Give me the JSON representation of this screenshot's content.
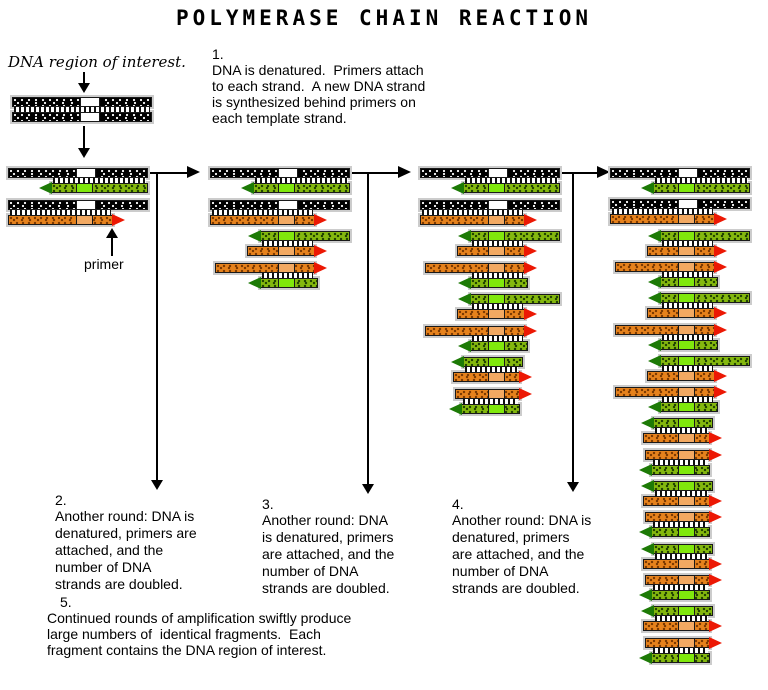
{
  "title": "POLYMERASE CHAIN REACTION",
  "labels": {
    "region_of_interest": "DNA region of interest.",
    "primer": "primer"
  },
  "steps": [
    {
      "num": "1.",
      "text": "DNA is denatured.  Primers attach\nto each strand.  A new DNA strand\nis synthesized behind primers on\neach template strand."
    },
    {
      "num": "2.",
      "text": "Another round: DNA is\ndenatured, primers are\nattached, and the\nnumber of DNA\nstrands are doubled."
    },
    {
      "num": "3.",
      "text": "Another round: DNA\nis denatured, primers\nare attached, and the\nnumber of DNA\nstrands are doubled."
    },
    {
      "num": "4.",
      "text": "Another round: DNA is\ndenatured, primers\nare attached, and the\nnumber of DNA\nstrands are doubled."
    },
    {
      "num": "5.",
      "text": "Continued rounds of amplification swiftly produce\nlarge numbers of  identical fragments.  Each\nfragment contains the DNA region of interest."
    }
  ],
  "colors": {
    "template": "#000000",
    "green_strand": "#84B80E",
    "green_region": "#80E80C",
    "green_primer_arrow": "#1D7A06",
    "orange_strand": "#E6821C",
    "orange_region": "#F2A962",
    "red_primer_arrow": "#EC1804"
  },
  "diagram": {
    "strand_codes": {
      "k": "template-dna",
      "g": "new-strand-leftward",
      "o": "new-strand-rightward"
    },
    "initial_dna": "KK",
    "rounds": [
      {
        "round": 1,
        "duplexes": [
          "KG",
          "KO"
        ]
      },
      {
        "round": 2,
        "duplexes": [
          "KG",
          "KO",
          "GO",
          "OG"
        ]
      },
      {
        "round": 3,
        "duplexes": [
          "KG",
          "KO",
          "GO",
          "OG",
          "GO",
          "OG",
          "go",
          "og"
        ]
      },
      {
        "round": 4,
        "duplexes": [
          "KG",
          "KO",
          "GO",
          "OG",
          "GO",
          "OG",
          "GO",
          "OG",
          "go",
          "og",
          "go",
          "og",
          "go",
          "og",
          "go",
          "og"
        ]
      }
    ],
    "duplex_types": {
      "KK": {
        "top": [
          "k",
          0,
          140
        ],
        "bottom": [
          "k",
          0,
          140
        ]
      },
      "KG": {
        "top": [
          "k",
          0,
          140
        ],
        "bottom": [
          "g",
          30,
          110
        ]
      },
      "KO": {
        "top": [
          "k",
          0,
          140
        ],
        "bottom": [
          "o",
          0,
          118
        ]
      },
      "GO": {
        "top": [
          "g",
          37,
          103
        ],
        "bottom": [
          "o",
          37,
          81
        ]
      },
      "OG": {
        "top": [
          "o",
          5,
          113
        ],
        "bottom": [
          "g",
          37,
          71
        ]
      },
      "go": {
        "top": [
          "g",
          30,
          73
        ],
        "bottom": [
          "o",
          33,
          80
        ]
      },
      "og": {
        "top": [
          "o",
          35,
          78
        ],
        "bottom": [
          "g",
          28,
          72
        ]
      }
    }
  }
}
